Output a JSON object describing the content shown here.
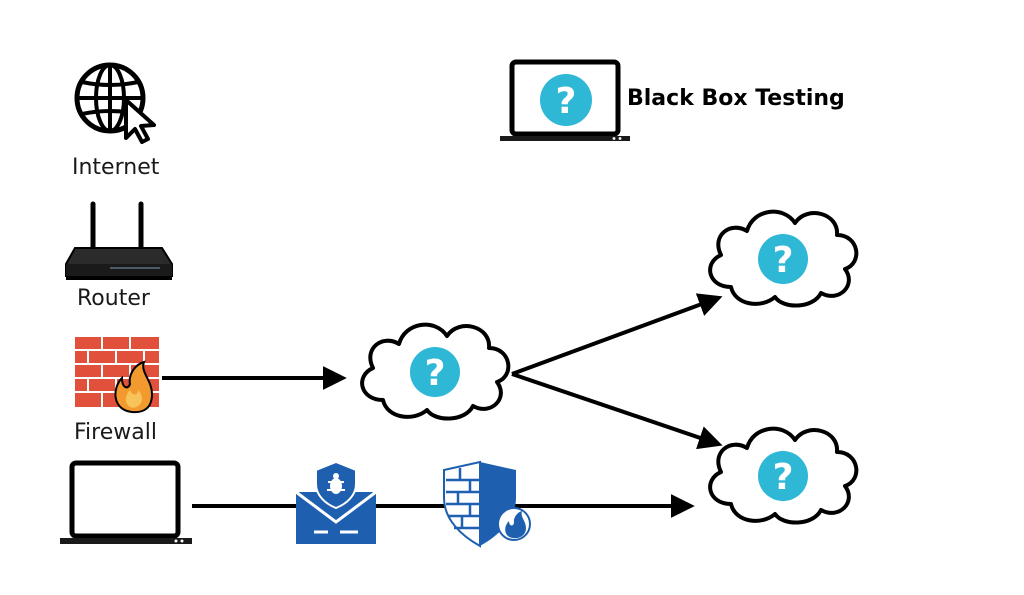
{
  "title": "Black Box Testing",
  "labels": {
    "internet": "Internet",
    "router": "Router",
    "firewall": "Firewall"
  },
  "unknown_glyph": "?",
  "colors": {
    "unknown_circle": "#2fb8d6",
    "security_blue": "#1f5fb0",
    "brick_red": "#e0503b",
    "flame_orange": "#f29a2e",
    "stroke": "#000000"
  },
  "icons": [
    "globe-cursor-icon",
    "router-icon",
    "firewall-icon",
    "laptop-icon",
    "unknown-laptop-icon",
    "email-bug-icon",
    "shield-firewall-icon",
    "cloud-icon"
  ]
}
